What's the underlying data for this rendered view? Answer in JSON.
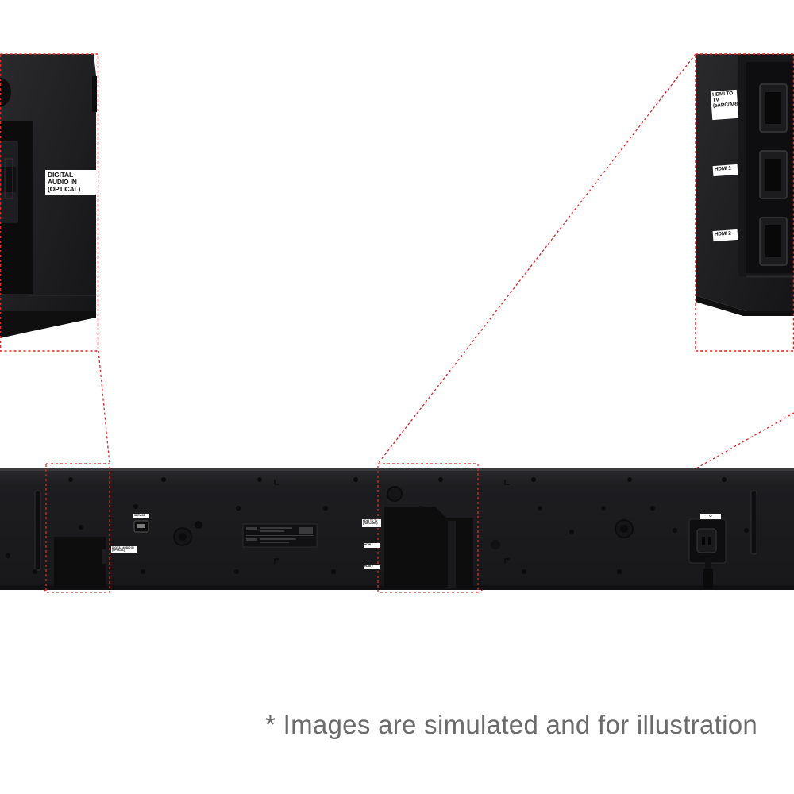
{
  "image": {
    "subject": "soundbar",
    "colors": {
      "background": "#ffffff",
      "body": "#1f1f21",
      "body_dark": "#141416",
      "highlight": "#e32626",
      "text_muted": "#6b6b6b"
    }
  },
  "callouts": {
    "optical_zoom": {
      "label": "DIGITAL AUDIO IN\n(OPTICAL)"
    },
    "hdmi_zoom": {
      "hdmi_tv": "HDMI TO TV\n(eARC/ARC)",
      "hdmi1": "HDMI 1",
      "hdmi2": "HDMI 2"
    }
  },
  "bar_labels": {
    "service": "SERVICE",
    "optical": "DIGITAL AUDIO IN\n(OPTICAL)",
    "hdmi_tv": "HDMI TO TV\n(eARC/ARC)",
    "hdmi1": "HDMI 1",
    "hdmi2": "HDMI 2",
    "power": "⏻"
  },
  "disclaimer": "* Images are simulated and for illustration"
}
